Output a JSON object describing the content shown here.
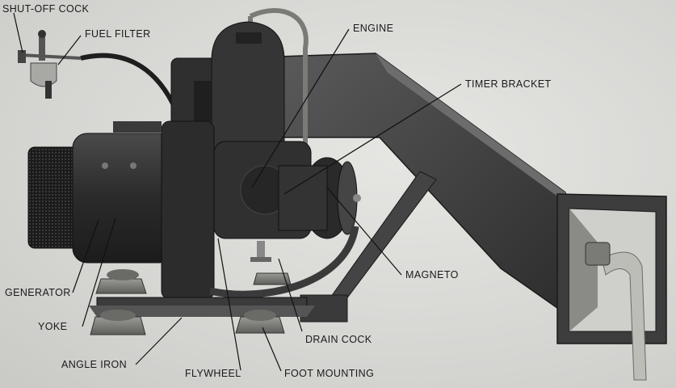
{
  "labels": {
    "shutoff_cock": "SHUT-OFF COCK",
    "fuel_filter": "FUEL FILTER",
    "engine": "ENGINE",
    "timer_bracket": "TIMER BRACKET",
    "magneto": "MAGNETO",
    "generator": "GENERATOR",
    "yoke": "YOKE",
    "drain_cock": "DRAIN COCK",
    "angle_iron": "ANGLE IRON",
    "flywheel": "FLYWHEEL",
    "foot_mounting": "FOOT MOUNTING"
  },
  "colors": {
    "background": "#d9d9d6",
    "metal_dark": "#2b2b2b",
    "metal_mid": "#555555",
    "label_text": "#1a1a1a"
  }
}
